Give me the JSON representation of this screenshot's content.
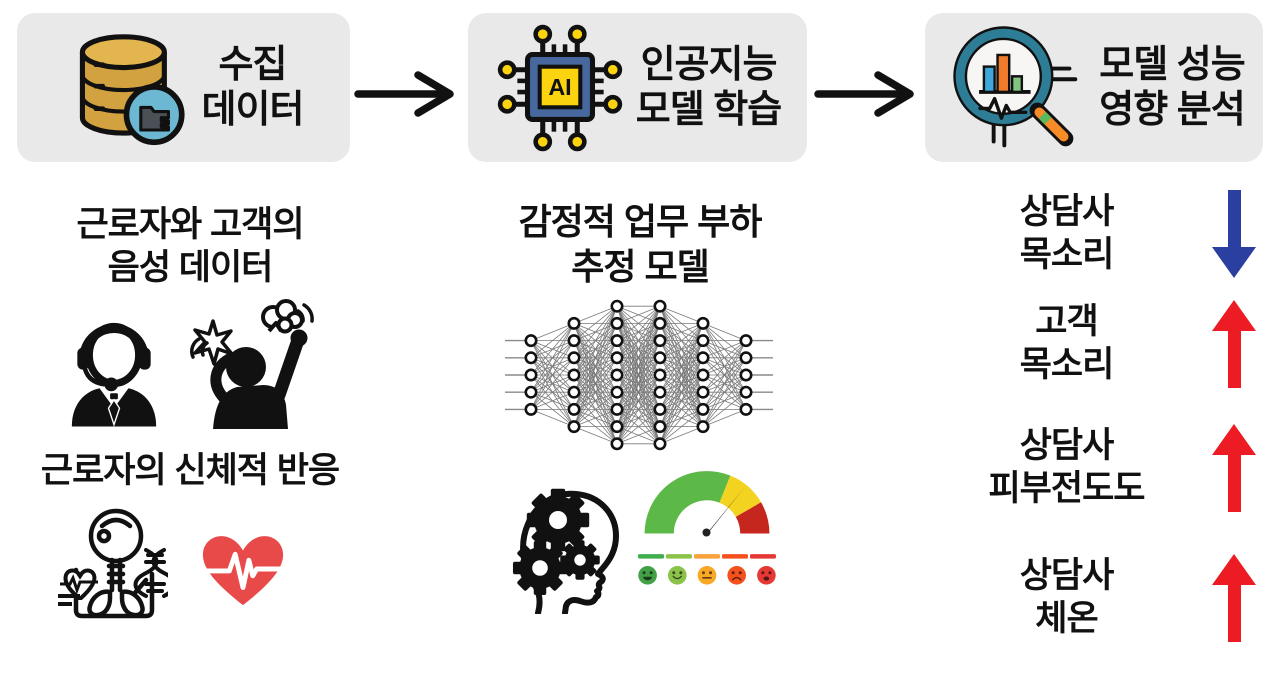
{
  "palette": {
    "box_bg": "#e9e9e9",
    "text": "#111111",
    "flow_arrow": "#111111",
    "up_arrow_red": "#ed1c24",
    "down_arrow_blue": "#2a3f9f",
    "heart_red": "#e84a4a",
    "db_gold": "#d2a140",
    "db_gold_light": "#e2b54e",
    "db_circle_blue": "#6cb7d2",
    "folder_gray": "#495056",
    "chip_blue": "#47689e",
    "chip_yellow": "#fcd30f",
    "magnifier_teal": "#2e7d96",
    "handle_orange": "#f68b28",
    "bar_blue": "#3ea7dc",
    "bar_orange": "#f07c2b",
    "bar_green": "#82c57f"
  },
  "flow": {
    "steps": [
      {
        "icon": "database-icon",
        "line1": "수집",
        "line2": "데이터"
      },
      {
        "icon": "ai-chip-icon",
        "line1": "인공지능",
        "line2": "모델 학습"
      },
      {
        "icon": "magnifier-chart-icon",
        "line1": "모델 성능",
        "line2": "영향 분석"
      }
    ]
  },
  "ai_chip_label": "AI",
  "data_column": {
    "voice_title_line1": "근로자와 고객의",
    "voice_title_line2": "음성 데이터",
    "voice_icons": [
      "headset-agent-icon",
      "angry-customer-icon"
    ],
    "physio_title": "근로자의 신체적 반응",
    "physio_icons": [
      "body-anatomy-icon",
      "heart-ecg-icon"
    ]
  },
  "model_column": {
    "title_line1": "감정적 업무 부하",
    "title_line2": "추정 모델",
    "neural_network_layers": [
      5,
      7,
      9,
      9,
      7,
      5
    ],
    "icons": [
      "brain-gears-icon",
      "emotion-gauge-icon"
    ],
    "gauge": {
      "segments": [
        "#5cb947",
        "#f3d320",
        "#c5271f"
      ],
      "scale_colors": [
        "#3faf4c",
        "#8bc34a",
        "#f9a13a",
        "#f4511e",
        "#e53935"
      ],
      "faces": [
        {
          "color": "#43a047",
          "mood": "happy"
        },
        {
          "color": "#8bc34a",
          "mood": "smile"
        },
        {
          "color": "#f9a825",
          "mood": "neutral"
        },
        {
          "color": "#f4511e",
          "mood": "frown"
        },
        {
          "color": "#e53935",
          "mood": "sad"
        }
      ]
    }
  },
  "impact_column": {
    "items": [
      {
        "line1": "상담사",
        "line2": "목소리",
        "direction": "down",
        "color": "#2a3f9f"
      },
      {
        "line1": "고객",
        "line2": "목소리",
        "direction": "up",
        "color": "#ed1c24"
      },
      {
        "line1": "상담사",
        "line2": "피부전도도",
        "direction": "up",
        "color": "#ed1c24"
      },
      {
        "line1": "상담사",
        "line2": "체온",
        "direction": "up",
        "color": "#ed1c24"
      }
    ]
  }
}
